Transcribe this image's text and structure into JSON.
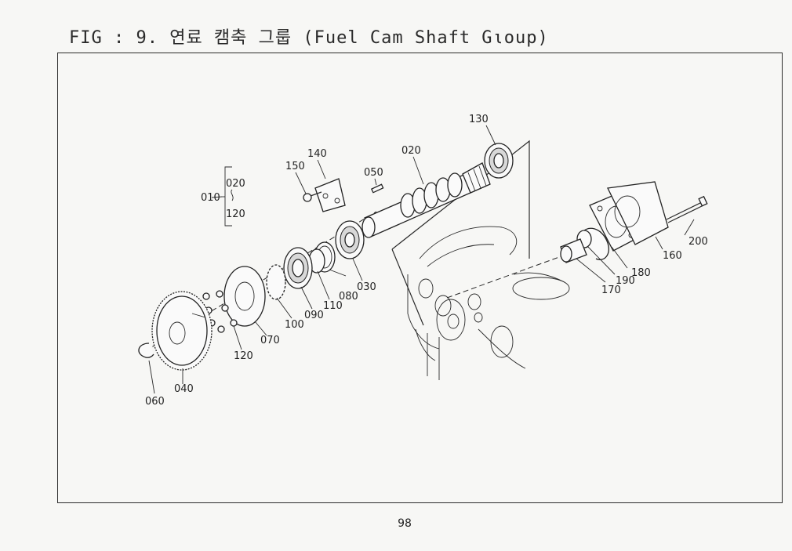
{
  "header": {
    "title": "FIG : 9. 연료 캠축 그룹 (Fuel Cam Shaft Gιoup)"
  },
  "footer": {
    "page_number": "98"
  },
  "diagram": {
    "callouts": {
      "p130": "130",
      "p140": "140",
      "p150": "150",
      "p020": "020",
      "p050": "050",
      "p010": "010",
      "p010_020": "020",
      "p010_120": "120",
      "p200": "200",
      "p160": "160",
      "p180": "180",
      "p190": "190",
      "p170": "170",
      "p030": "030",
      "p080": "080",
      "p110": "110",
      "p090": "090",
      "p100": "100",
      "p070": "070",
      "p120": "120",
      "p040": "040",
      "p060": "060"
    }
  }
}
